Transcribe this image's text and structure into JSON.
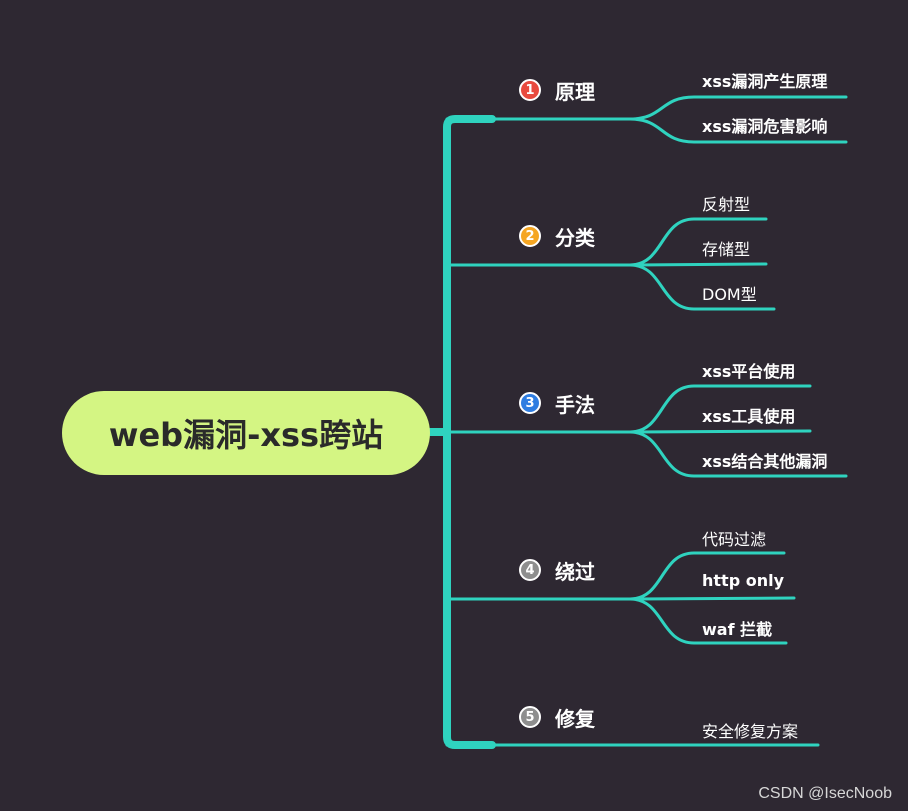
{
  "colors": {
    "background": "#2e2832",
    "central_fill": "#d4f583",
    "connector": "#2fd3bf",
    "badge_1": "#e84a3f",
    "badge_2": "#f5a623",
    "badge_3": "#2f7de1",
    "badge_4": "#8e8e8e",
    "badge_5": "#8e8e8e"
  },
  "mindmap": {
    "central_topic": "web漏洞-xss跨站",
    "branches": [
      {
        "number": "1",
        "label": "原理",
        "badge_color": "#e84a3f",
        "leaves": [
          "xss漏洞产生原理",
          "xss漏洞危害影响"
        ]
      },
      {
        "number": "2",
        "label": "分类",
        "badge_color": "#f5a623",
        "leaves": [
          "反射型",
          "存储型",
          "DOM型"
        ]
      },
      {
        "number": "3",
        "label": "手法",
        "badge_color": "#2f7de1",
        "leaves": [
          "xss平台使用",
          "xss工具使用",
          "xss结合其他漏洞"
        ]
      },
      {
        "number": "4",
        "label": "绕过",
        "badge_color": "#8e8e8e",
        "leaves": [
          "代码过滤",
          "http only",
          "waf 拦截"
        ]
      },
      {
        "number": "5",
        "label": "修复",
        "badge_color": "#8e8e8e",
        "leaves": [
          "安全修复方案"
        ]
      }
    ]
  },
  "watermark": "CSDN @IsecNoob"
}
